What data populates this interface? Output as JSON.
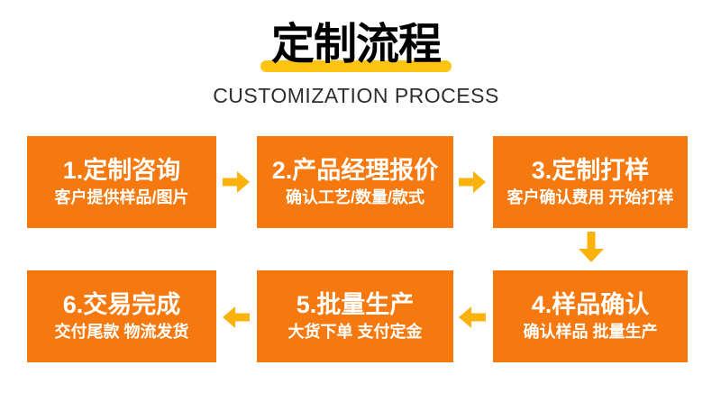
{
  "header": {
    "title": "定制流程",
    "subtitle": "CUSTOMIZATION PROCESS"
  },
  "colors": {
    "box-orange": "#f5790e",
    "arrow-yellow": "#fbb20b",
    "title-underline": "#ffc40f",
    "text-dark": "#2e2e2e",
    "box-text": "#ffffff",
    "page-bg": "#ffffff"
  },
  "steps": [
    {
      "title": "1.定制咨询",
      "desc": "客户提供样品/图片"
    },
    {
      "title": "2.产品经理报价",
      "desc": "确认工艺/数量/款式"
    },
    {
      "title": "3.定制打样",
      "desc": "客户确认费用 开始打样"
    },
    {
      "title": "4.样品确认",
      "desc": "确认样品 批量生产"
    },
    {
      "title": "5.批量生产",
      "desc": "大货下单 支付定金"
    },
    {
      "title": "6.交易完成",
      "desc": "交付尾款 物流发货"
    }
  ]
}
